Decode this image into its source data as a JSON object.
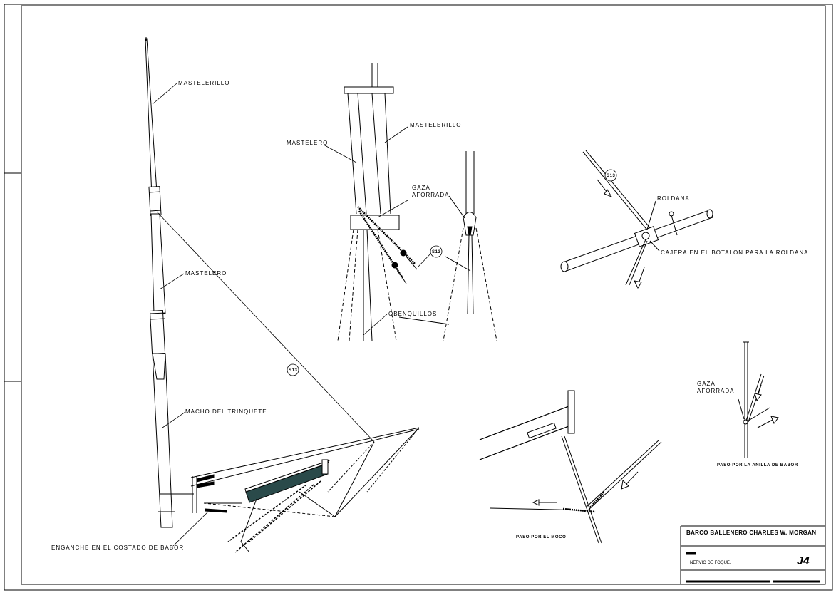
{
  "labels": {
    "mastelerillo_left": "MASTELERILLO",
    "mastelero_left": "MASTELERO",
    "macho_trinquete": "MACHO DEL TRINQUETE",
    "enganche": "ENGANCHE EN EL COSTADO DE BABOR",
    "mastelero_mid": "MASTELERO",
    "mastelerillo_mid": "MASTELERILLO",
    "gaza_aforrada_mid": [
      "GAZA",
      "AFORRADA"
    ],
    "obenquillos": "OBENQUILLOS",
    "roldana": "ROLDANA",
    "cajera": "CAJERA EN EL BOTALON PARA LA ROLDANA",
    "gaza_aforrada_right": [
      "GAZA",
      "AFORRADA"
    ],
    "paso_anilla": "PASO POR LA ANILLA DE BABOR",
    "paso_moco": "PASO POR EL MOCO"
  },
  "tags": {
    "s13": "S13"
  },
  "title_block": {
    "ship": "BARCO BALLENERO CHARLES W. MORGAN",
    "drawing": "NERVIO DE FOQUE.",
    "sheet": "J4"
  }
}
